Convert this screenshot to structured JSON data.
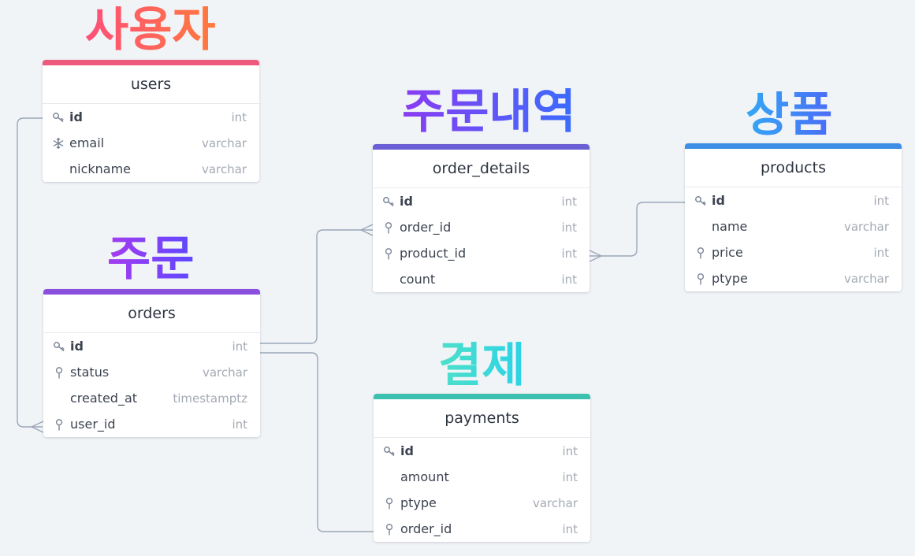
{
  "labels": {
    "users": "사용자",
    "orders": "주문",
    "order_details": "주문내역",
    "products": "상품",
    "payments": "결제"
  },
  "colors": {
    "users": "#ee5a7e",
    "orders": "#8b4fe0",
    "order_details": "#6a5fd4",
    "products": "#3d8fe6",
    "payments": "#3cc0b0",
    "users_label_gradient": [
      "#ff4f7a",
      "#ff7a3d"
    ],
    "orders_label_gradient": [
      "#a53cf0",
      "#5d48ff"
    ],
    "order_details_label_gradient": [
      "#8a3cf0",
      "#3a6cff"
    ],
    "products_label_gradient": [
      "#34a8f5",
      "#4a6cf7"
    ],
    "payments_label_gradient": [
      "#4ee0c8",
      "#2ad3e8"
    ],
    "connector": "#9aa7b8"
  },
  "tables": {
    "users": {
      "name": "users",
      "fields": [
        {
          "name": "id",
          "type": "int",
          "icon": "key-icon",
          "pk": true
        },
        {
          "name": "email",
          "type": "varchar",
          "icon": "snowflake-icon"
        },
        {
          "name": "nickname",
          "type": "varchar",
          "icon": ""
        }
      ]
    },
    "orders": {
      "name": "orders",
      "fields": [
        {
          "name": "id",
          "type": "int",
          "icon": "key-icon",
          "pk": true
        },
        {
          "name": "status",
          "type": "varchar",
          "icon": "pin-icon"
        },
        {
          "name": "created_at",
          "type": "timestamptz",
          "icon": ""
        },
        {
          "name": "user_id",
          "type": "int",
          "icon": "pin-icon"
        }
      ]
    },
    "order_details": {
      "name": "order_details",
      "fields": [
        {
          "name": "id",
          "type": "int",
          "icon": "key-icon",
          "pk": true
        },
        {
          "name": "order_id",
          "type": "int",
          "icon": "pin-icon"
        },
        {
          "name": "product_id",
          "type": "int",
          "icon": "pin-icon"
        },
        {
          "name": "count",
          "type": "int",
          "icon": ""
        }
      ]
    },
    "products": {
      "name": "products",
      "fields": [
        {
          "name": "id",
          "type": "int",
          "icon": "key-icon",
          "pk": true
        },
        {
          "name": "name",
          "type": "varchar",
          "icon": ""
        },
        {
          "name": "price",
          "type": "int",
          "icon": "pin-icon"
        },
        {
          "name": "ptype",
          "type": "varchar",
          "icon": "pin-icon"
        }
      ]
    },
    "payments": {
      "name": "payments",
      "fields": [
        {
          "name": "id",
          "type": "int",
          "icon": "key-icon",
          "pk": true
        },
        {
          "name": "amount",
          "type": "int",
          "icon": ""
        },
        {
          "name": "ptype",
          "type": "varchar",
          "icon": "pin-icon"
        },
        {
          "name": "order_id",
          "type": "int",
          "icon": "pin-icon"
        }
      ]
    }
  },
  "relations": [
    {
      "from": "users.id",
      "to": "orders.user_id"
    },
    {
      "from": "orders.id",
      "to": "order_details.order_id"
    },
    {
      "from": "orders.id",
      "to": "payments.order_id"
    },
    {
      "from": "products.id",
      "to": "order_details.product_id"
    }
  ]
}
